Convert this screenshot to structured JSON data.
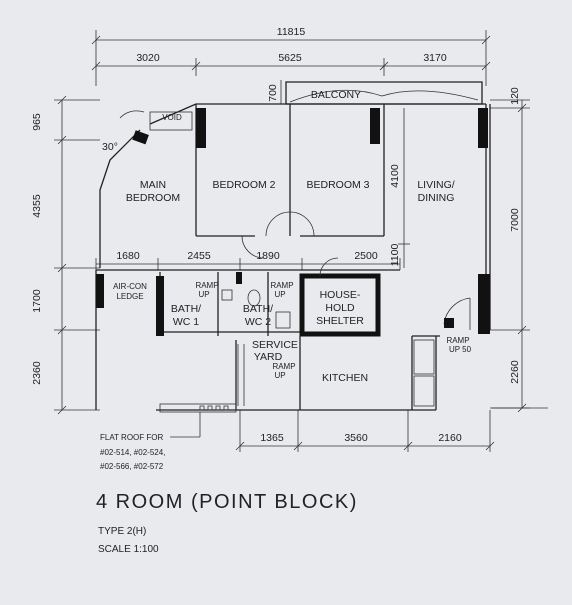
{
  "dimensions": {
    "top_total": "11815",
    "top_left": "3020",
    "top_mid": "5625",
    "top_right": "3170",
    "left_1": "965",
    "left_2": "4355",
    "left_3": "1700",
    "left_4": "2360",
    "mid_1680": "1680",
    "mid_2455": "2455",
    "mid_1890": "1890",
    "mid_2500": "2500",
    "mid_4100": "4100",
    "mid_1100": "1100",
    "mid_700": "700",
    "right_120": "120",
    "right_7000": "7000",
    "right_2260": "2260",
    "bottom_1365": "1365",
    "bottom_3560": "3560",
    "bottom_2160": "2160",
    "angle": "30°"
  },
  "rooms": {
    "balcony": "BALCONY",
    "void": "VOID",
    "main_bedroom_1": "MAIN",
    "main_bedroom_2": "BEDROOM",
    "bedroom2": "BEDROOM 2",
    "bedroom3": "BEDROOM 3",
    "living_1": "LIVING/",
    "living_2": "DINING",
    "aircon_1": "AIR-CON",
    "aircon_2": "LEDGE",
    "bath1_1": "BATH/",
    "bath1_2": "WC 1",
    "bath2_1": "BATH/",
    "bath2_2": "WC 2",
    "shelter_1": "HOUSE-",
    "shelter_2": "HOLD",
    "shelter_3": "SHELTER",
    "service_1": "SERVICE",
    "service_2": "YARD",
    "kitchen": "KITCHEN",
    "ramp_a1": "RAMP",
    "ramp_a2": "UP",
    "ramp_b1": "RAMP",
    "ramp_b2": "UP",
    "ramp_c1": "RAMP",
    "ramp_c2": "UP",
    "ramp_d1": "RAMP",
    "ramp_d2": "UP 50"
  },
  "notes": {
    "flat_roof_1": "FLAT ROOF FOR",
    "flat_roof_2": "#02-514, #02-524,",
    "flat_roof_3": "#02-566, #02-572"
  },
  "titles": {
    "main": "4 ROOM (POINT BLOCK)",
    "type": "TYPE 2(H)",
    "scale": "SCALE 1:100"
  }
}
